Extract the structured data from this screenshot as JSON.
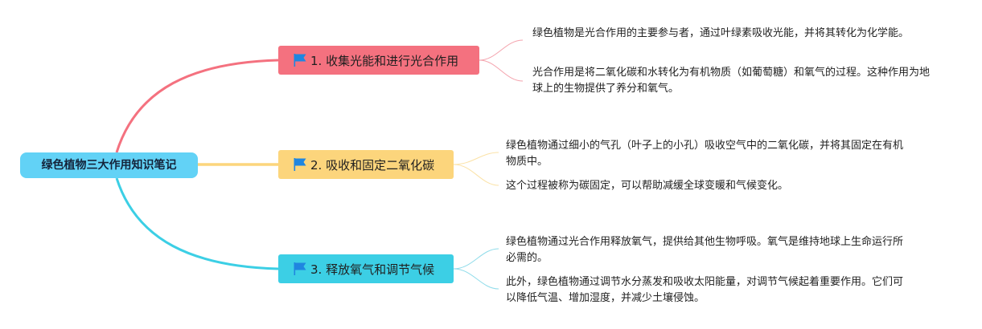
{
  "root": {
    "label": "绿色植物三大作用知识笔记"
  },
  "topics": [
    {
      "label": "1. 收集光能和进行光合作用",
      "notes": [
        "绿色植物是光合作用的主要参与者，通过叶绿素吸收光能，并将其转化为化学能。",
        "光合作用是将二氧化碳和水转化为有机物质（如葡萄糖）和氧气的过程。这种作用为地球上的生物提供了养分和氧气。"
      ]
    },
    {
      "label": "2. 吸收和固定二氧化碳",
      "notes": [
        "绿色植物通过细小的气孔（叶子上的小孔）吸收空气中的二氧化碳，并将其固定在有机物质中。",
        "这个过程被称为碳固定，可以帮助减缓全球变暖和气候变化。"
      ]
    },
    {
      "label": "3. 释放氧气和调节气候",
      "notes": [
        "绿色植物通过光合作用释放氧气，提供给其他生物呼吸。氧气是维持地球上生命运行所必需的。",
        "此外，绿色植物通过调节水分蒸发和吸收太阳能量，对调节气候起着重要作用。它们可以降低气温、增加湿度，并减少土壤侵蚀。"
      ]
    }
  ],
  "colors": {
    "root": "#62d2f6",
    "topic1": "#f4717f",
    "topic2": "#fcd57c",
    "topic3": "#3ccfe5",
    "flag": "#1f86e0"
  },
  "icons": {
    "topic_marker": "flag-icon"
  }
}
